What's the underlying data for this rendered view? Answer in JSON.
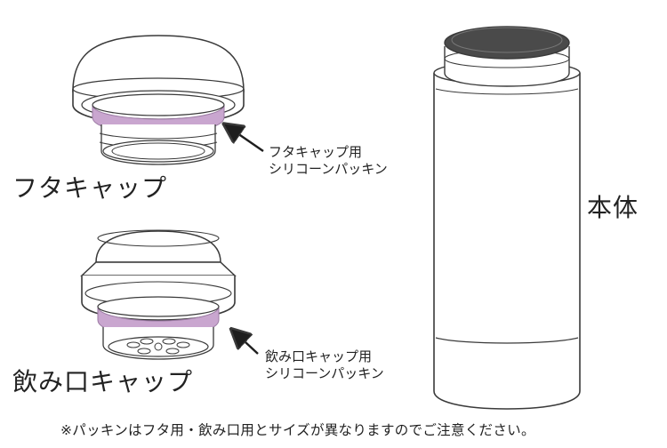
{
  "colors": {
    "stroke": "#3a3a3a",
    "gasket": "#c9a6cf",
    "gasket_edge": "#9b7aa3",
    "dark_top": "#4a4a4a"
  },
  "parts": {
    "lid_cap": {
      "name": "フタキャップ",
      "gasket_label_line1": "フタキャップ用",
      "gasket_label_line2": "シリコーンパッキン"
    },
    "spout_cap": {
      "name": "飲み口キャップ",
      "gasket_label_line1": "飲み口キャップ用",
      "gasket_label_line2": "シリコーンパッキン"
    },
    "body": {
      "name": "本体"
    }
  },
  "footnote": "※パッキンはフタ用・飲み口用とサイズが異なりますのでご注意ください。"
}
